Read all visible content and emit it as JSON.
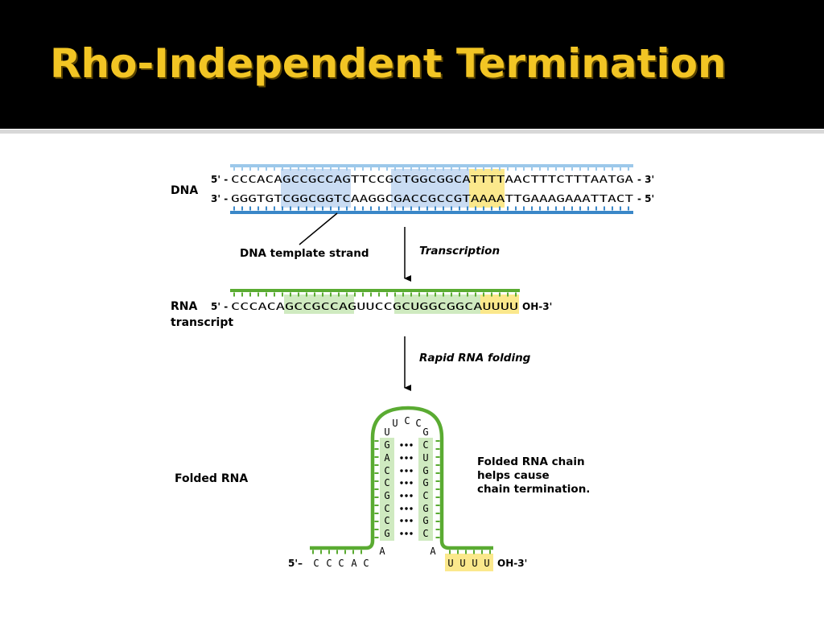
{
  "slide": {
    "title": "Rho-Independent Termination"
  },
  "colors": {
    "title": "#f2c524",
    "dna_strand": "#3a87c8",
    "dna_light": "#9cc8ea",
    "rna_strand": "#5aab32",
    "highlight_blue": "#c9dcf3",
    "highlight_green": "#cfeac0",
    "highlight_yellow": "#fbe88c"
  },
  "dna": {
    "label": "DNA",
    "top_5prime": "5' -",
    "top_sequence": "CCCACAGCCGCCAGTTCCGCTGGCGGCATTTTAACTTTCTTTAATGA",
    "top_3prime": "- 3'",
    "bottom_3prime": "3' -",
    "bottom_sequence": "GGGTGTCGGCGGTCAAGGCGACCGCCGTAAAATTGAAAGAAATTACT",
    "bottom_5prime": "- 5'",
    "template_label": "DNA template strand"
  },
  "steps": {
    "transcription": "Transcription",
    "folding": "Rapid RNA folding"
  },
  "rna": {
    "label_line1": "RNA",
    "label_line2": "transcript",
    "five_prime": "5' -",
    "sequence": "CCCACAGCCGCCAGUUCCGCUGGCGGCAUUUU",
    "three_prime": "OH-3'"
  },
  "folded": {
    "label": "Folded RNA",
    "left_stem": [
      "U",
      "G",
      "A",
      "C",
      "C",
      "G",
      "C",
      "C",
      "G"
    ],
    "right_stem": [
      "G",
      "C",
      "U",
      "G",
      "G",
      "C",
      "G",
      "G",
      "C"
    ],
    "loop": [
      "U",
      "C",
      "C"
    ],
    "base_left": "A",
    "base_right": "A",
    "five_prime": "5'–",
    "leader": [
      "C",
      "C",
      "C",
      "A",
      "C"
    ],
    "tail": [
      "U",
      "U",
      "U",
      "U"
    ],
    "three_prime": "OH-3'",
    "note_line1": "Folded RNA chain",
    "note_line2": "helps cause",
    "note_line3": "chain termination."
  }
}
